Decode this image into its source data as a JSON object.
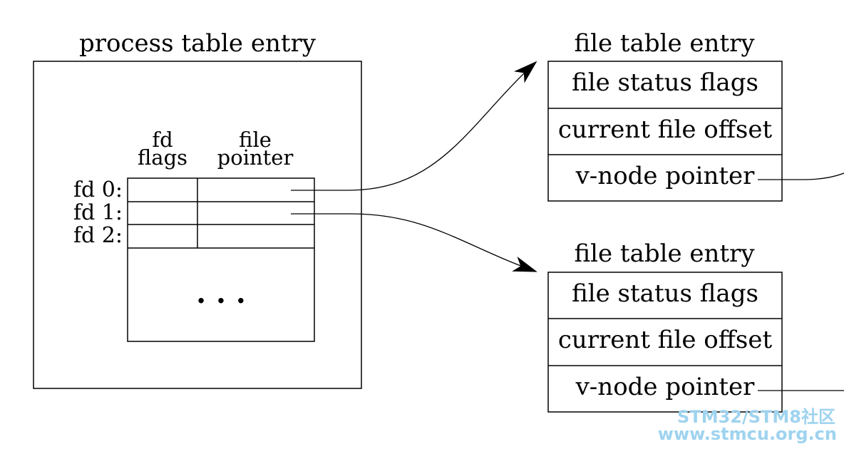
{
  "process_table": {
    "title": "process table entry",
    "col_fd_flags": [
      "fd",
      "flags"
    ],
    "col_file_pointer": [
      "file",
      "pointer"
    ],
    "rows": [
      "fd 0:",
      "fd 1:",
      "fd 2:"
    ],
    "ellipsis": ". . ."
  },
  "file_table_1": {
    "title": "file table entry",
    "fields": [
      "file status flags",
      "current file offset",
      "v-node pointer"
    ]
  },
  "file_table_2": {
    "title": "file table entry",
    "fields": [
      "file status flags",
      "current file offset",
      "v-node pointer"
    ]
  },
  "watermark": {
    "line1": "STM32/STM8社区",
    "line2": "www.stmcu.org.cn"
  }
}
